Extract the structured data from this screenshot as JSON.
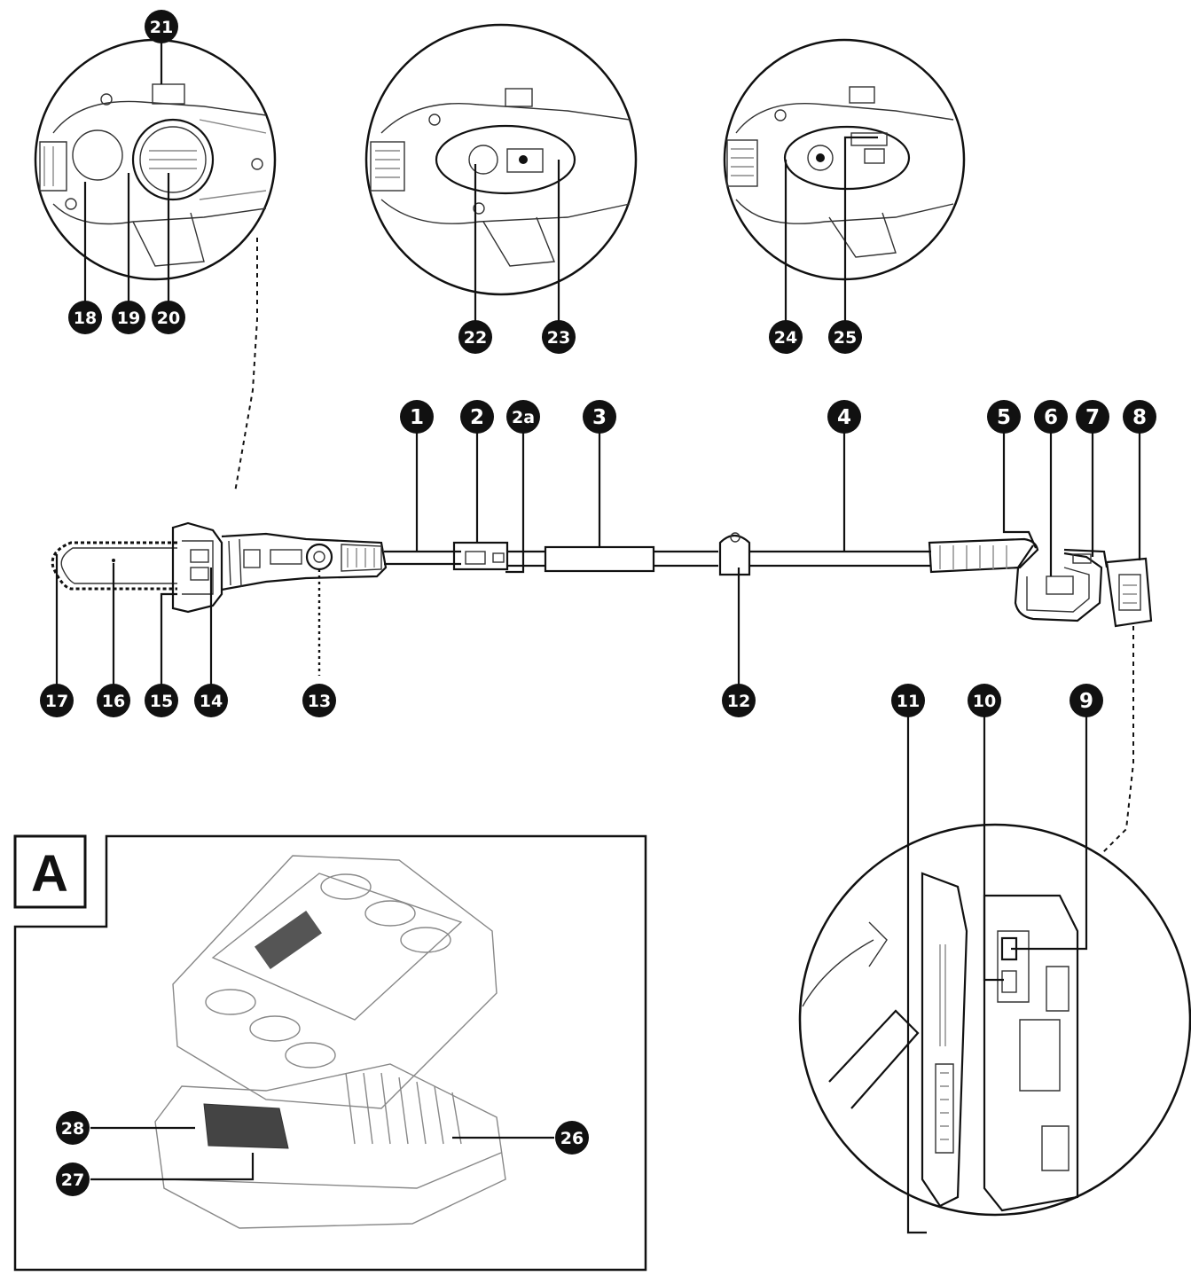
{
  "diagram": {
    "box_label": "A",
    "callouts": [
      {
        "id": "1",
        "label": "1"
      },
      {
        "id": "2",
        "label": "2"
      },
      {
        "id": "2a",
        "label": "2a"
      },
      {
        "id": "3",
        "label": "3"
      },
      {
        "id": "4",
        "label": "4"
      },
      {
        "id": "5",
        "label": "5"
      },
      {
        "id": "6",
        "label": "6"
      },
      {
        "id": "7",
        "label": "7"
      },
      {
        "id": "8",
        "label": "8"
      },
      {
        "id": "9",
        "label": "9"
      },
      {
        "id": "10",
        "label": "10"
      },
      {
        "id": "11",
        "label": "11"
      },
      {
        "id": "12",
        "label": "12"
      },
      {
        "id": "13",
        "label": "13"
      },
      {
        "id": "14",
        "label": "14"
      },
      {
        "id": "15",
        "label": "15"
      },
      {
        "id": "16",
        "label": "16"
      },
      {
        "id": "17",
        "label": "17"
      },
      {
        "id": "18",
        "label": "18"
      },
      {
        "id": "19",
        "label": "19"
      },
      {
        "id": "20",
        "label": "20"
      },
      {
        "id": "21",
        "label": "21"
      },
      {
        "id": "22",
        "label": "22"
      },
      {
        "id": "23",
        "label": "23"
      },
      {
        "id": "24",
        "label": "24"
      },
      {
        "id": "25",
        "label": "25"
      },
      {
        "id": "26",
        "label": "26"
      },
      {
        "id": "27",
        "label": "27"
      },
      {
        "id": "28",
        "label": "28"
      }
    ]
  }
}
